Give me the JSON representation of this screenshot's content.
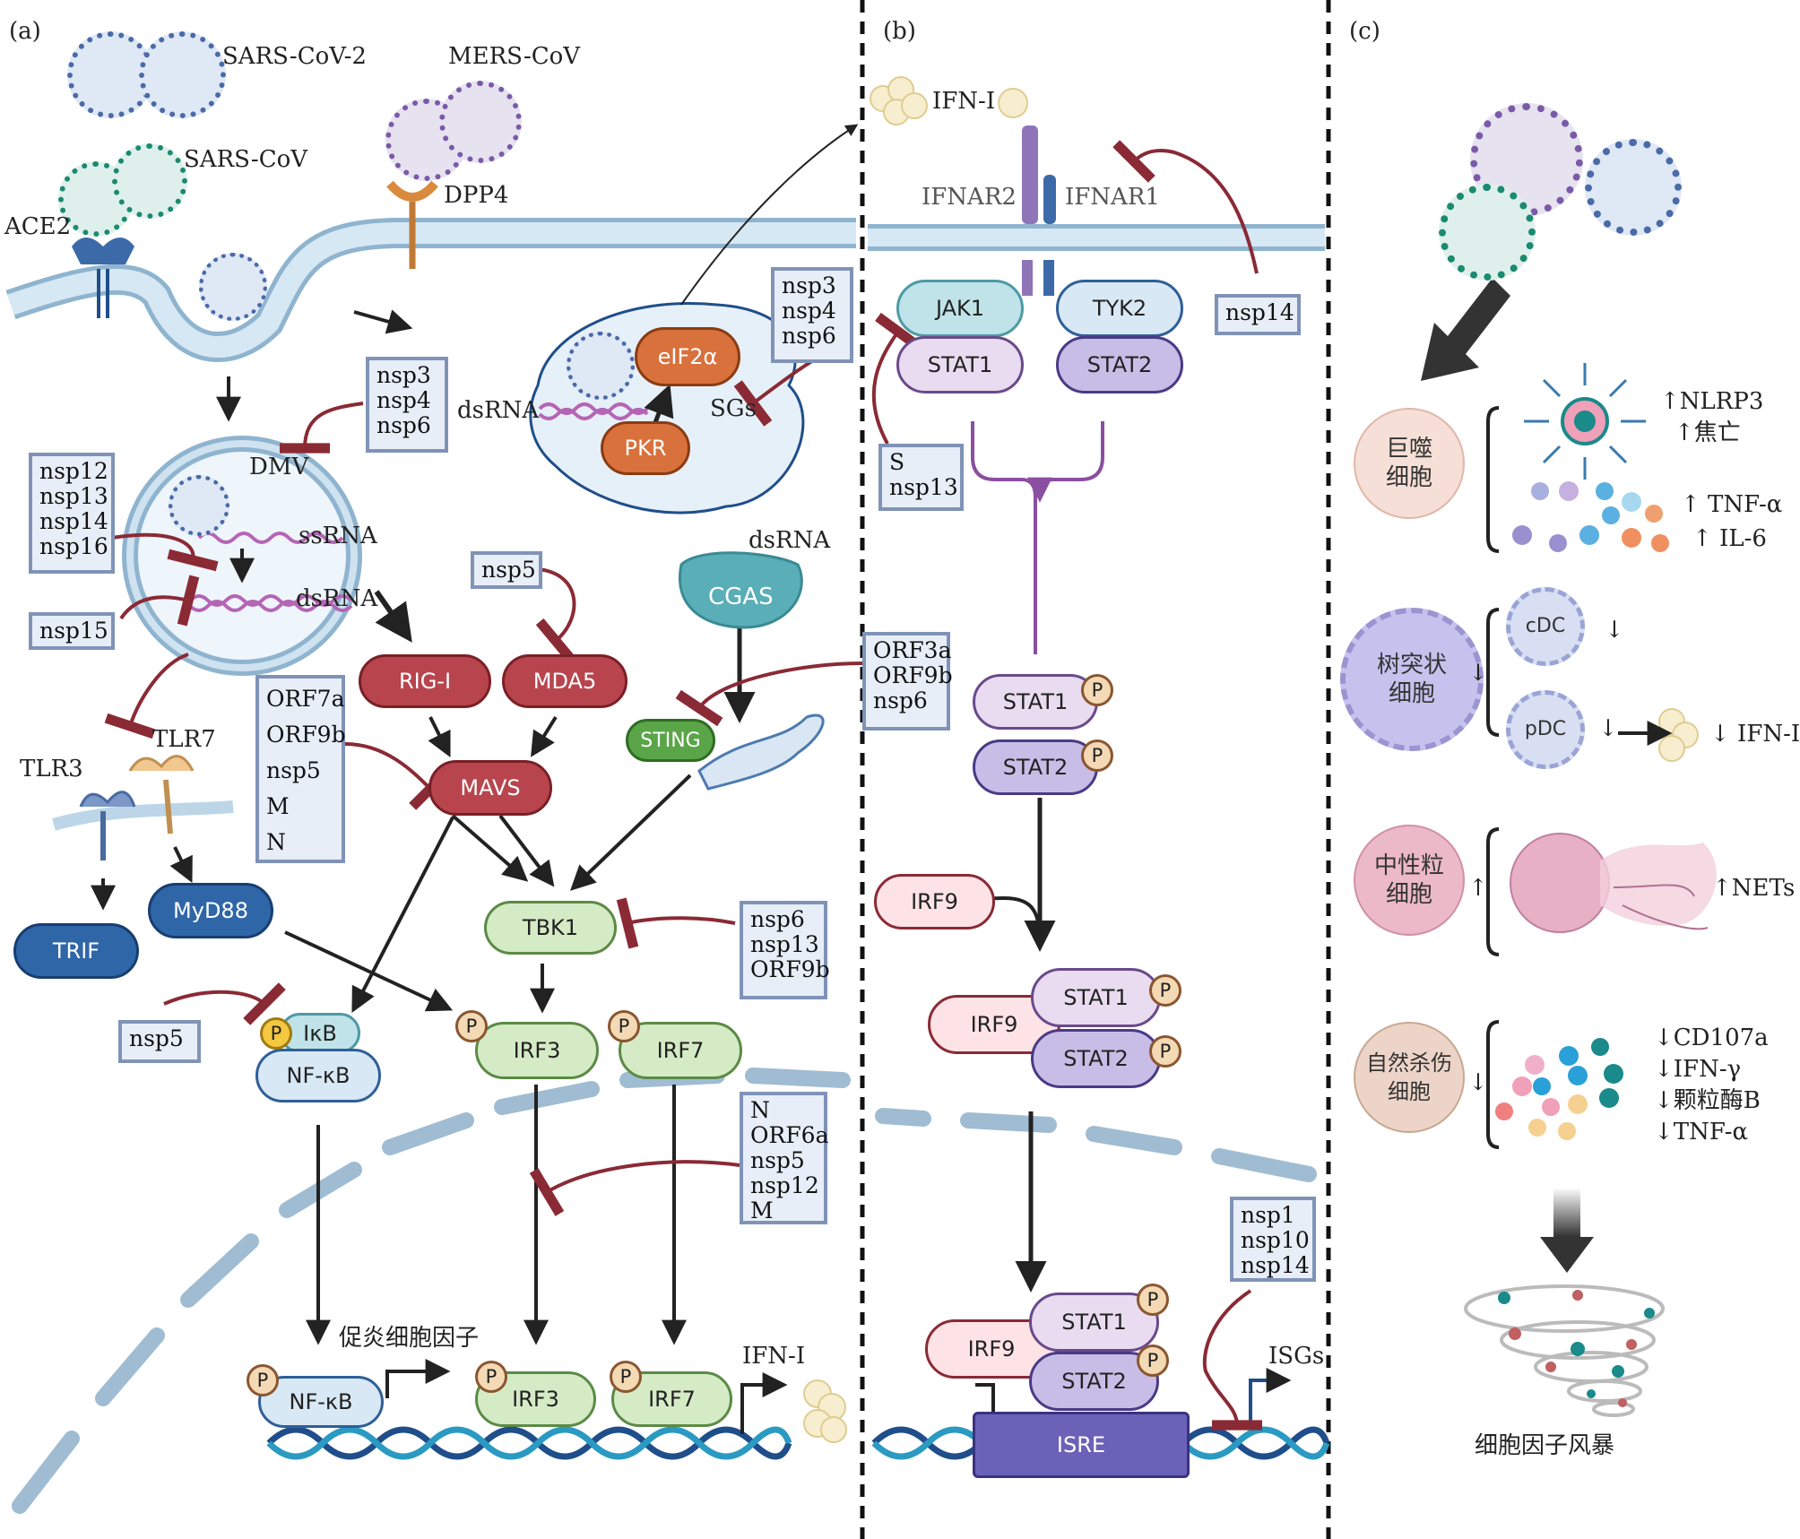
{
  "panels": {
    "a": "(a)",
    "b": "(b)",
    "c": "(c)"
  },
  "viruses": {
    "sars_cov_2": "SARS-CoV-2",
    "sars_cov": "SARS-CoV",
    "mers_cov": "MERS-CoV"
  },
  "receptors": {
    "ace2": "ACE2",
    "dpp4": "DPP4",
    "tlr3": "TLR3",
    "tlr7": "TLR7",
    "ifnar2": "IFNAR2",
    "ifnar1": "IFNAR1"
  },
  "labels": {
    "dmv": "DMV",
    "ssrna": "ssRNA",
    "dsrna_dmv": "dsRNA",
    "dsrna_pkr": "dsRNA",
    "dsrna_cgas": "dsRNA",
    "sgs": "SGs",
    "ifn_i_top": "IFN-I",
    "ifn_i_bottom": "IFN-I",
    "proinflammatory": "促炎细胞因子",
    "isgs": "ISGs",
    "cytokine_storm": "细胞因子风暴"
  },
  "nodes": {
    "rig_i": "RIG-I",
    "mda5": "MDA5",
    "mavs": "MAVS",
    "cgas": "CGAS",
    "sting": "STING",
    "tbk1": "TBK1",
    "trif": "TRIF",
    "myd88": "MyD88",
    "ikb": "IκB",
    "nfkb": "NF-κB",
    "irf3": "IRF3",
    "irf7": "IRF7",
    "pkr": "PKR",
    "eif2a": "eIF2α",
    "jak1": "JAK1",
    "tyk2": "TYK2",
    "stat1": "STAT1",
    "stat2": "STAT2",
    "irf9": "IRF9",
    "isre": "ISRE",
    "p": "P"
  },
  "inhibitor_boxes": {
    "nsp346_top": "nsp3\nnsp4\nnsp6",
    "nsp346_dmv": "nsp3\nnsp4\nnsp6",
    "nsp12_16": "nsp12\nnsp13\nnsp14\nnsp16",
    "nsp15": "nsp15",
    "nsp5_mda5": "nsp5",
    "orf7a": "ORF7a\nORF9b\nnsp5\nM\nN",
    "orf3a": "ORF3a\nORF9b\nnsp6",
    "nsp6_tbk1": "nsp6\nnsp13\nORF9b",
    "nsp5_ikb": "nsp5",
    "n_orf6a": "N\nORF6a\nnsp5\nnsp12\nM",
    "s_nsp13": "S\nnsp13",
    "nsp14": "nsp14",
    "nsp1_10_14": "nsp1\nnsp10\nnsp14"
  },
  "immune_cells": {
    "macrophage": "巨噬\n细胞",
    "dendritic": "树突状\n细胞",
    "neutrophil": "中性粒\n细胞",
    "nk": "自然杀伤\n细胞",
    "cdc": "cDC",
    "pdc": "pDC"
  },
  "effects": {
    "nlrp3": "↑NLRP3",
    "pyroptosis": "↑焦亡",
    "tnf_up": "↑ TNF-α",
    "il6": "↑ IL-6",
    "cdc_down": "↓",
    "pdc_down": "↓",
    "dc_down": "↓",
    "ifn_down": "↓ IFN-I",
    "neutro_up": "↑",
    "nets": "↑NETs",
    "nk_down": "↓",
    "cd107a": "↓CD107a",
    "ifng": "↓IFN-γ",
    "granzyme": "↓颗粒酶B",
    "tnf_down": "↓TNF-α"
  },
  "colors": {
    "inhibit": "#8a2a35",
    "arrow": "#222222",
    "membrane": "#bcd6e8",
    "stat_arrow": "#8a4fa0"
  }
}
